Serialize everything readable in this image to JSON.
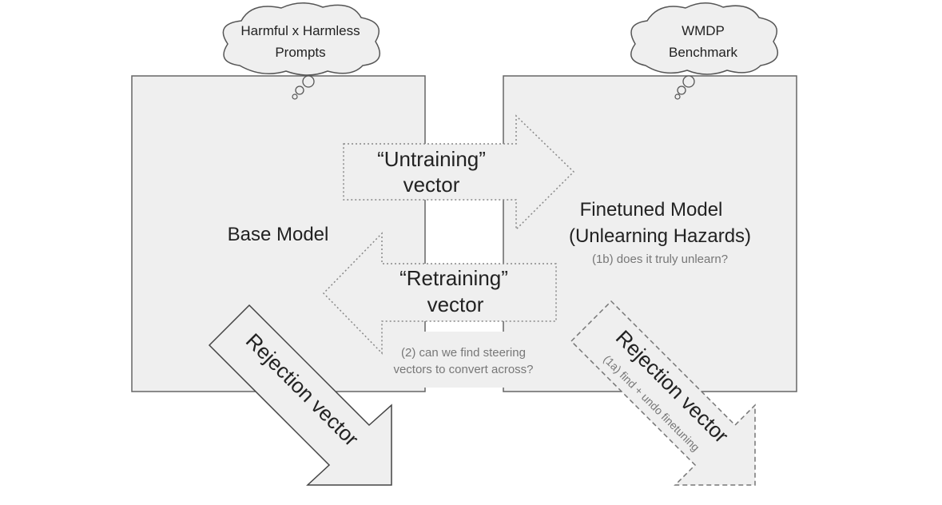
{
  "colors": {
    "box_fill": "#efefef",
    "stroke": "#666666",
    "text": "#222222",
    "note_text": "#777777"
  },
  "left_cloud": {
    "line1": "Harmful x Harmless",
    "line2": "Prompts"
  },
  "right_cloud": {
    "line1": "WMDP",
    "line2": "Benchmark"
  },
  "base_model": {
    "label": "Base Model"
  },
  "finetuned_model": {
    "line1": "Finetuned Model",
    "line2": "(Unlearning Hazards)",
    "note": "(1b) does it truly unlearn?"
  },
  "untraining_arrow": {
    "line1": "“Untraining”",
    "line2": "vector"
  },
  "retraining_arrow": {
    "line1": "“Retraining”",
    "line2": "vector",
    "note1": "(2) can we find steering",
    "note2": "vectors to convert across?"
  },
  "base_rejection": {
    "label": "Rejection vector"
  },
  "finetuned_rejection": {
    "label": "Rejection vector",
    "note": "(1a) find + undo finetuning"
  }
}
